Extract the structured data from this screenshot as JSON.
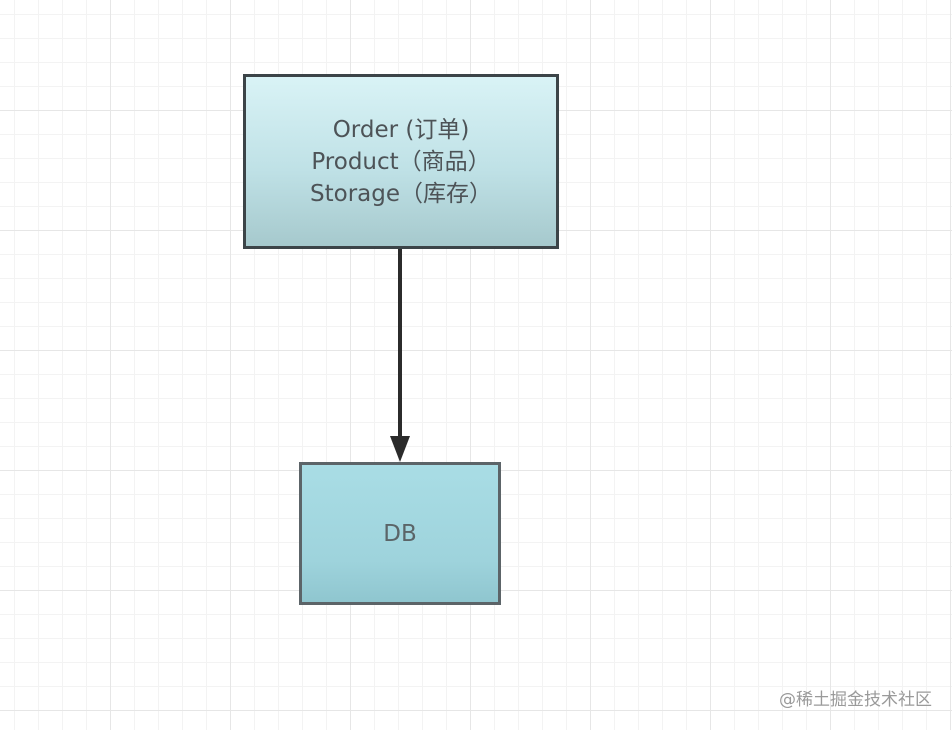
{
  "diagram": {
    "nodes": [
      {
        "id": "services",
        "lines": [
          "Order (订单)",
          "Product（商品）",
          "Storage（库存）"
        ]
      },
      {
        "id": "db",
        "label": "DB"
      }
    ],
    "edges": [
      {
        "from": "services",
        "to": "db",
        "directed": true
      }
    ]
  },
  "watermark": "@稀土掘金技术社区",
  "colors": {
    "node_border": "#3c4448",
    "node_fill_top": "#d9f3f6",
    "node_fill_bottom": "#a6c9cd",
    "db_fill": "#9ed3dc",
    "edge": "#2b2b2b",
    "grid": "#e6e6e6"
  }
}
